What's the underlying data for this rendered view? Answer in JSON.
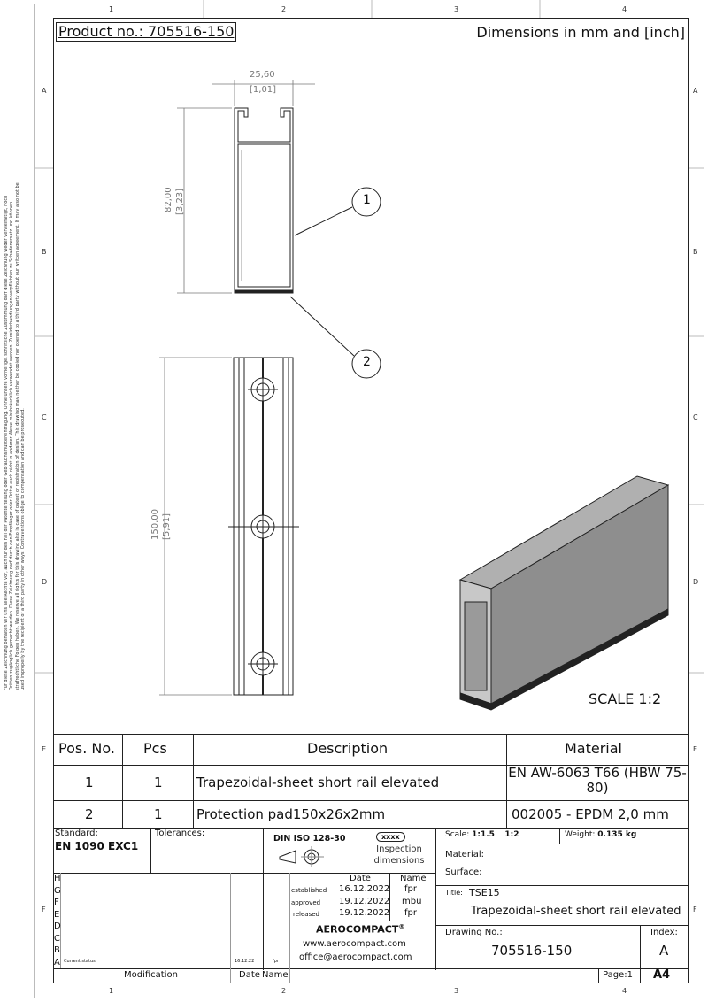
{
  "header": {
    "product_no": "Product no.: 705516-150",
    "units": "Dimensions in mm and [inch]"
  },
  "zones": {
    "cols": [
      "1",
      "2",
      "3",
      "4"
    ],
    "rows": [
      "A",
      "B",
      "C",
      "D",
      "E",
      "F"
    ]
  },
  "drawing": {
    "width_dim": "25,60",
    "width_dim_inch": "[1,01]",
    "height_dim": "82,00",
    "height_dim_inch": "[3,23]",
    "length_dim": "150,00",
    "length_dim_inch": "[5,91]",
    "balloons": [
      "1",
      "2"
    ],
    "scale_label": "SCALE 1:2"
  },
  "parts_table": {
    "headers": [
      "Pos. No.",
      "Pcs",
      "Description",
      "Material"
    ],
    "rows": [
      {
        "pos": "1",
        "pcs": "1",
        "desc": "Trapezoidal-sheet short rail elevated",
        "material": "EN AW-6063 T66 (HBW 75-80)"
      },
      {
        "pos": "2",
        "pcs": "1",
        "desc": "Protection pad150x26x2mm",
        "material": "002005 - EPDM 2,0 mm"
      }
    ]
  },
  "title_block": {
    "standard_label": "Standard:",
    "standard": "EN 1090 EXC1",
    "tolerances_label": "Tolerances:",
    "din": "DIN ISO 128-30",
    "inspection_badge": "xxxx",
    "inspection_label": "Inspection dimensions",
    "revisions": [
      "H",
      "G",
      "F",
      "E",
      "D",
      "C",
      "B",
      "A"
    ],
    "current_status": "Current status",
    "current_date": "16.12.22",
    "current_name": "fpr",
    "modification_label": "Modification",
    "date_label": "Date",
    "name_label": "Name",
    "approvals": [
      {
        "label": "established",
        "date": "16.12.2022",
        "name": "fpr"
      },
      {
        "label": "approved",
        "date": "19.12.2022",
        "name": "mbu"
      },
      {
        "label": "released",
        "date": "19.12.2022",
        "name": "fpr"
      }
    ],
    "company": "AEROCOMPACT",
    "company_reg": "®",
    "website": "www.aerocompact.com",
    "email": "office@aerocompact.com",
    "scale_label": "Scale:",
    "scale1": "1:1.5",
    "scale2": "1:2",
    "weight_label": "Weight:",
    "weight": "0.135 kg",
    "material_label": "Material:",
    "surface_label": "Surface:",
    "title_label": "Title:",
    "title": "TSE15",
    "subtitle": "Trapezoidal-sheet short rail elevated",
    "drawing_no_label": "Drawing No.:",
    "drawing_no": "705516-150",
    "index_label": "Index:",
    "index": "A",
    "page": "Page:1",
    "format": "A4"
  },
  "side_notice": [
    "Für diese Zeichnung behalten wir uns alle Rechte vor, auch für den Fall der Patenterteilung oder Gebrauchsmustereintragung. Ohne unsere vorherige, schriftliche Zustimmung darf diese Zeichnung weder vervielfältigt, noch",
    "Dritten zugänglich gemacht werden. Diese Zeichnung darf durch den Empfänger oder Dritte auch nicht in anderer Weise missbräuchlich verwendet werden. Zuwiderhandlungen verpflichten zu Schadenersatz und können",
    "strafrechtliche Folgen haben. We reserve all rights for this drawing also in case of patent or registration of design. This drawing may neither be copied nor opened to a third party without our written agreement. It may also not be",
    "used improperly by the recipient or a third party in other ways. Contraventions oblige to compensation and can be prosecuted."
  ]
}
